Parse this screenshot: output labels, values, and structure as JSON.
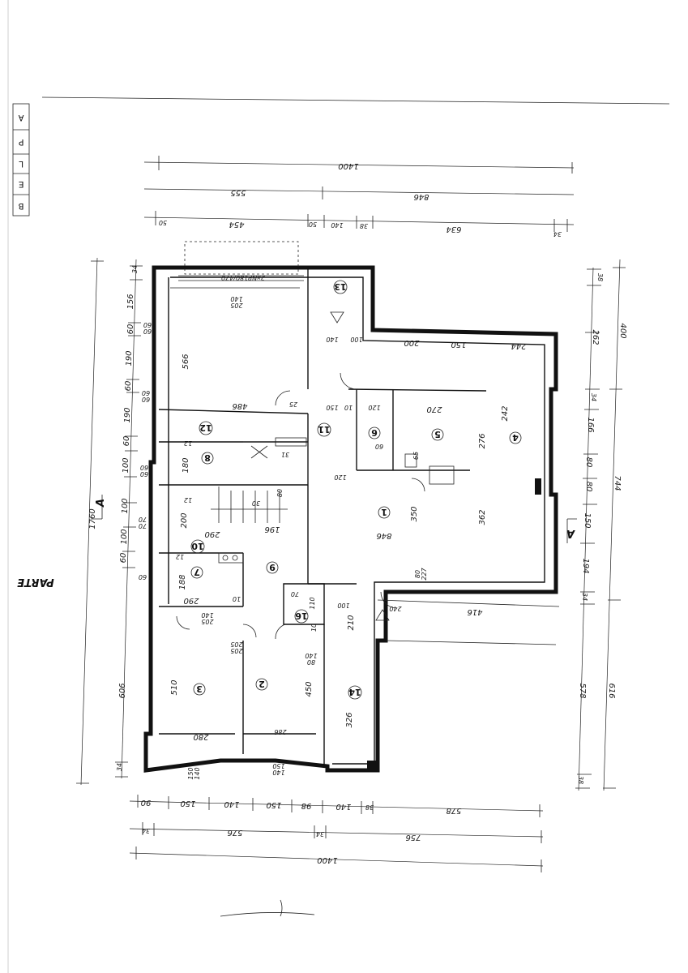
{
  "sheet_labels": {
    "title": "PARTE",
    "section": "A"
  },
  "stamp_letters": [
    "B",
    "E",
    "L",
    "P",
    "A"
  ],
  "rooms": [
    {
      "id": "1",
      "num": "1"
    },
    {
      "id": "2",
      "num": "2"
    },
    {
      "id": "3",
      "num": "3"
    },
    {
      "id": "4",
      "num": "4"
    },
    {
      "id": "5",
      "num": "5"
    },
    {
      "id": "6",
      "num": "6"
    },
    {
      "id": "7",
      "num": "7"
    },
    {
      "id": "8",
      "num": "8"
    },
    {
      "id": "9",
      "num": "9"
    },
    {
      "id": "10",
      "num": "10"
    },
    {
      "id": "11",
      "num": "11"
    },
    {
      "id": "12",
      "num": "12"
    },
    {
      "id": "13",
      "num": "13"
    },
    {
      "id": "14",
      "num": "14"
    },
    {
      "id": "16",
      "num": "16"
    }
  ],
  "top_dims": {
    "row1": [
      "1400"
    ],
    "row2": [
      "555",
      "846"
    ],
    "row3": [
      "50",
      "454",
      "50",
      "140",
      "38",
      "634",
      "34"
    ]
  },
  "right_dims": {
    "outer": [
      "400",
      "744",
      "616"
    ],
    "inner": [
      "38",
      "262",
      "34",
      "166",
      "80",
      "80",
      "150",
      "194",
      "34",
      "578",
      "38"
    ]
  },
  "left_dims": {
    "outer": [
      "1760",
      "606"
    ],
    "inner": [
      "34",
      "156",
      "60",
      "190",
      "60",
      "190",
      "60",
      "100",
      "100",
      "100",
      "60",
      "34"
    ],
    "small": [
      "60",
      "60",
      "60",
      "60",
      "60",
      "60",
      "60",
      "70",
      "70"
    ]
  },
  "bottom_dims": {
    "row1": [
      "90",
      "150",
      "140",
      "150",
      "98",
      "140",
      "38",
      "578"
    ],
    "row2": [
      "34",
      "576",
      "34",
      "756"
    ],
    "row3": [
      "1400"
    ]
  },
  "interior_dims": [
    "2xNP180/470",
    "140",
    "205",
    "566",
    "486",
    "25",
    "150",
    "10",
    "120",
    "270",
    "242",
    "140",
    "100",
    "200",
    "150",
    "244",
    "12",
    "180",
    "12",
    "200",
    "290",
    "12",
    "188",
    "290",
    "10",
    "140",
    "205",
    "70",
    "110",
    "10",
    "60",
    "30",
    "31",
    "65",
    "120",
    "80",
    "196",
    "846",
    "350",
    "362",
    "276",
    "80",
    "227",
    "100",
    "210",
    "510",
    "280",
    "450",
    "286",
    "326",
    "80",
    "140",
    "416",
    "240",
    "150",
    "140",
    "150",
    "140",
    "205",
    "205"
  ]
}
